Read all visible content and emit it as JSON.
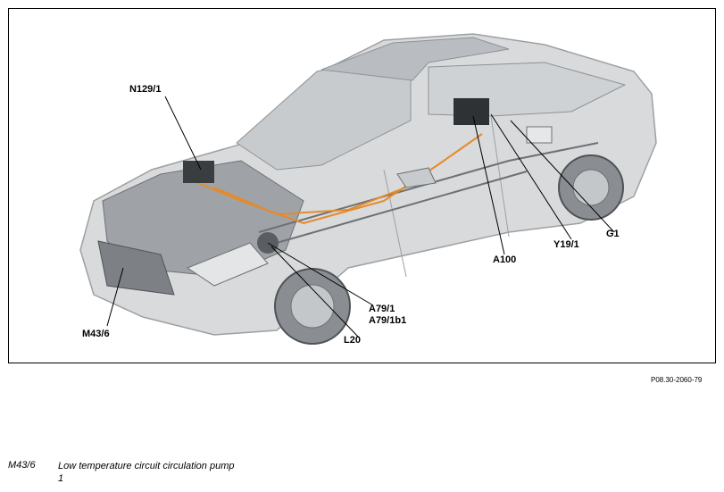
{
  "figure": {
    "callouts": {
      "n129_1": "N129/1",
      "a100": "A100",
      "y19_1": "Y19/1",
      "g1": "G1",
      "a79_1": "A79/1",
      "a79_1b1": "A79/1b1",
      "l20": "L20",
      "m43_6": "M43/6"
    },
    "colors": {
      "body": "#d9dadb",
      "body_dark": "#b4b6b8",
      "glass": "#c7cbce",
      "coolant_line": "#e58a2a",
      "leader_line": "#000000"
    }
  },
  "figure_code": "P08.30-2060-79",
  "legend": [
    {
      "code": "M43/6",
      "description": "Low temperature circuit circulation pump 1"
    }
  ]
}
